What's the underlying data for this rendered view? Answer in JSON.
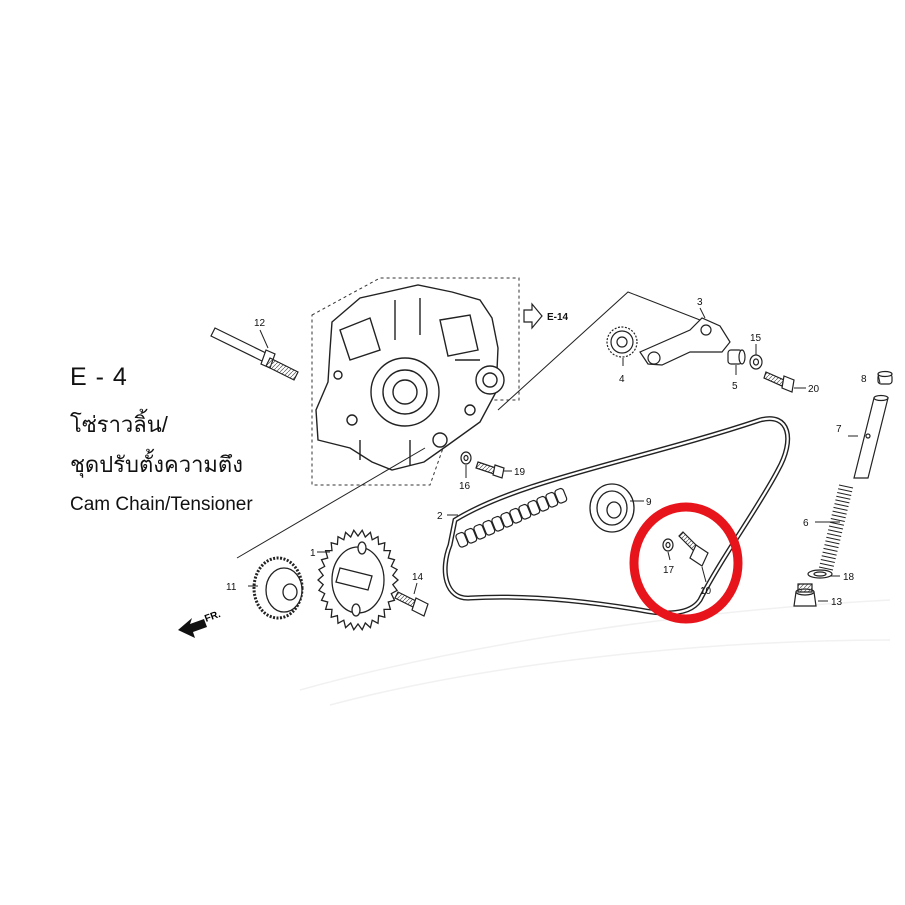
{
  "page": {
    "section_code": "E - 4",
    "title_th_line1": "โซ่ราวลิ้น/",
    "title_th_line2": "ชุดปรับตั้งความตึง",
    "title_en": "Cam Chain/Tensioner"
  },
  "reference": {
    "text": "E-14"
  },
  "direction": {
    "text": "FR."
  },
  "part_labels": {
    "p1": "1",
    "p2": "2",
    "p3": "3",
    "p4": "4",
    "p5": "5",
    "p6": "6",
    "p7": "7",
    "p8": "8",
    "p9": "9",
    "p10": "10",
    "p11": "11",
    "p12": "12",
    "p13": "13",
    "p14": "14",
    "p15": "15",
    "p16": "16",
    "p17": "17",
    "p18": "18",
    "p19": "19",
    "p20": "20"
  },
  "highlight": {
    "color": "#e8141b",
    "target_parts": [
      "10",
      "17"
    ]
  },
  "colors": {
    "line": "#222222",
    "background": "#ffffff"
  }
}
